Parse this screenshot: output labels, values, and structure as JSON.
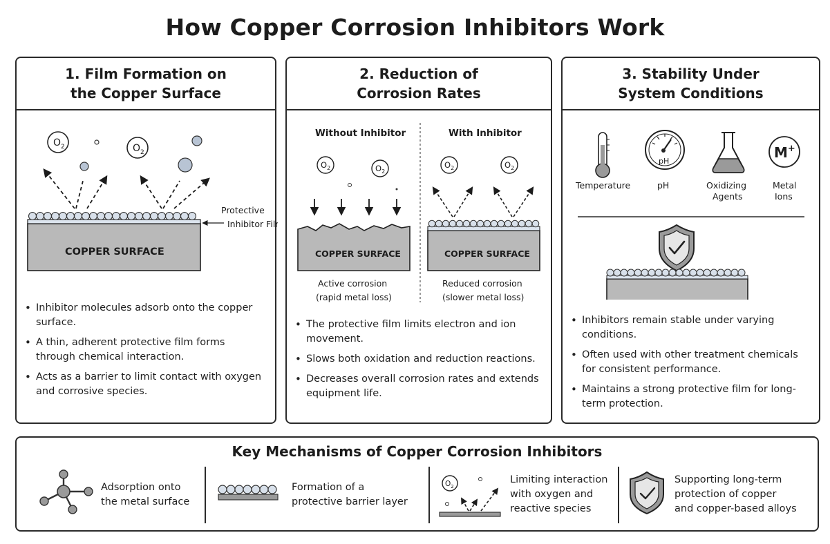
{
  "title": "How Copper Corrosion Inhibitors Work",
  "panels": [
    {
      "title": "1. Film Formation on\nthe Copper Surface",
      "surface_label": "COPPER SURFACE",
      "film_label_line1": "Protective",
      "film_label_line2": "Inhibitor Film",
      "oxygen": "O",
      "oxygen_sub": "2",
      "bullets": [
        "Inhibitor molecules adsorb onto the copper surface.",
        "A thin, adherent protective film forms through chemical interaction.",
        "Acts as a barrier to limit contact with oxygen and corrosive species."
      ]
    },
    {
      "title": "2. Reduction of\nCorrosion Rates",
      "left_heading": "Without Inhibitor",
      "right_heading": "With Inhibitor",
      "surface_label": "COPPER SURFACE",
      "left_caption_1": "Active corrosion",
      "left_caption_2": "(rapid metal loss)",
      "right_caption_1": "Reduced corrosion",
      "right_caption_2": "(slower metal loss)",
      "oxygen": "O",
      "oxygen_sub": "2",
      "bullets": [
        "The protective film limits electron and ion movement.",
        "Slows both oxidation and reduction reactions.",
        "Decreases overall corrosion rates and extends equipment life."
      ]
    },
    {
      "title": "3. Stability Under\nSystem Conditions",
      "conditions": [
        "Temperature",
        "pH",
        "Oxidizing\nAgents",
        "Metal\nIons"
      ],
      "gauge_label": "pH",
      "ion_symbol": "M",
      "ion_charge": "+",
      "bullets": [
        "Inhibitors remain stable under varying conditions.",
        "Often used with other treatment chemicals for consistent performance.",
        "Maintains a strong protective film for long-term protection."
      ]
    }
  ],
  "mechanisms": {
    "title": "Key Mechanisms of Copper Corrosion Inhibitors",
    "oxygen": "O",
    "oxygen_sub": "2",
    "items": [
      {
        "label": "Adsorption onto\nthe metal surface",
        "icon": "molecule-icon"
      },
      {
        "label": "Formation of a\nprotective barrier layer",
        "icon": "barrier-layer-icon"
      },
      {
        "label": "Limiting interaction\nwith oxygen and\nreactive species",
        "icon": "oxygen-deflection-icon"
      },
      {
        "label": "Supporting long-term\nprotection of copper\nand copper-based alloys",
        "icon": "shield-check-icon"
      }
    ]
  },
  "colors": {
    "border": "#2a2a2a",
    "surface": "#b9b9b9",
    "film": "#dce4ee",
    "bubble": "#b8c4d4",
    "liquid": "#9a9a9a"
  }
}
